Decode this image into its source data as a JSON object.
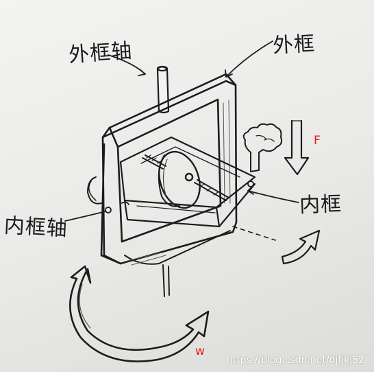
{
  "labels": {
    "outer_frame_axis": "外框轴",
    "outer_frame": "外框",
    "inner_frame": "内框",
    "inner_frame_axis": "内框轴",
    "force": "F",
    "angular_velocity": "w"
  },
  "watermark": "https://blog.csdn.net/djfjkj52",
  "colors": {
    "ink": "#1c1c1c",
    "annotation_red": "#e21e1e",
    "paper": "#eeeeec"
  }
}
